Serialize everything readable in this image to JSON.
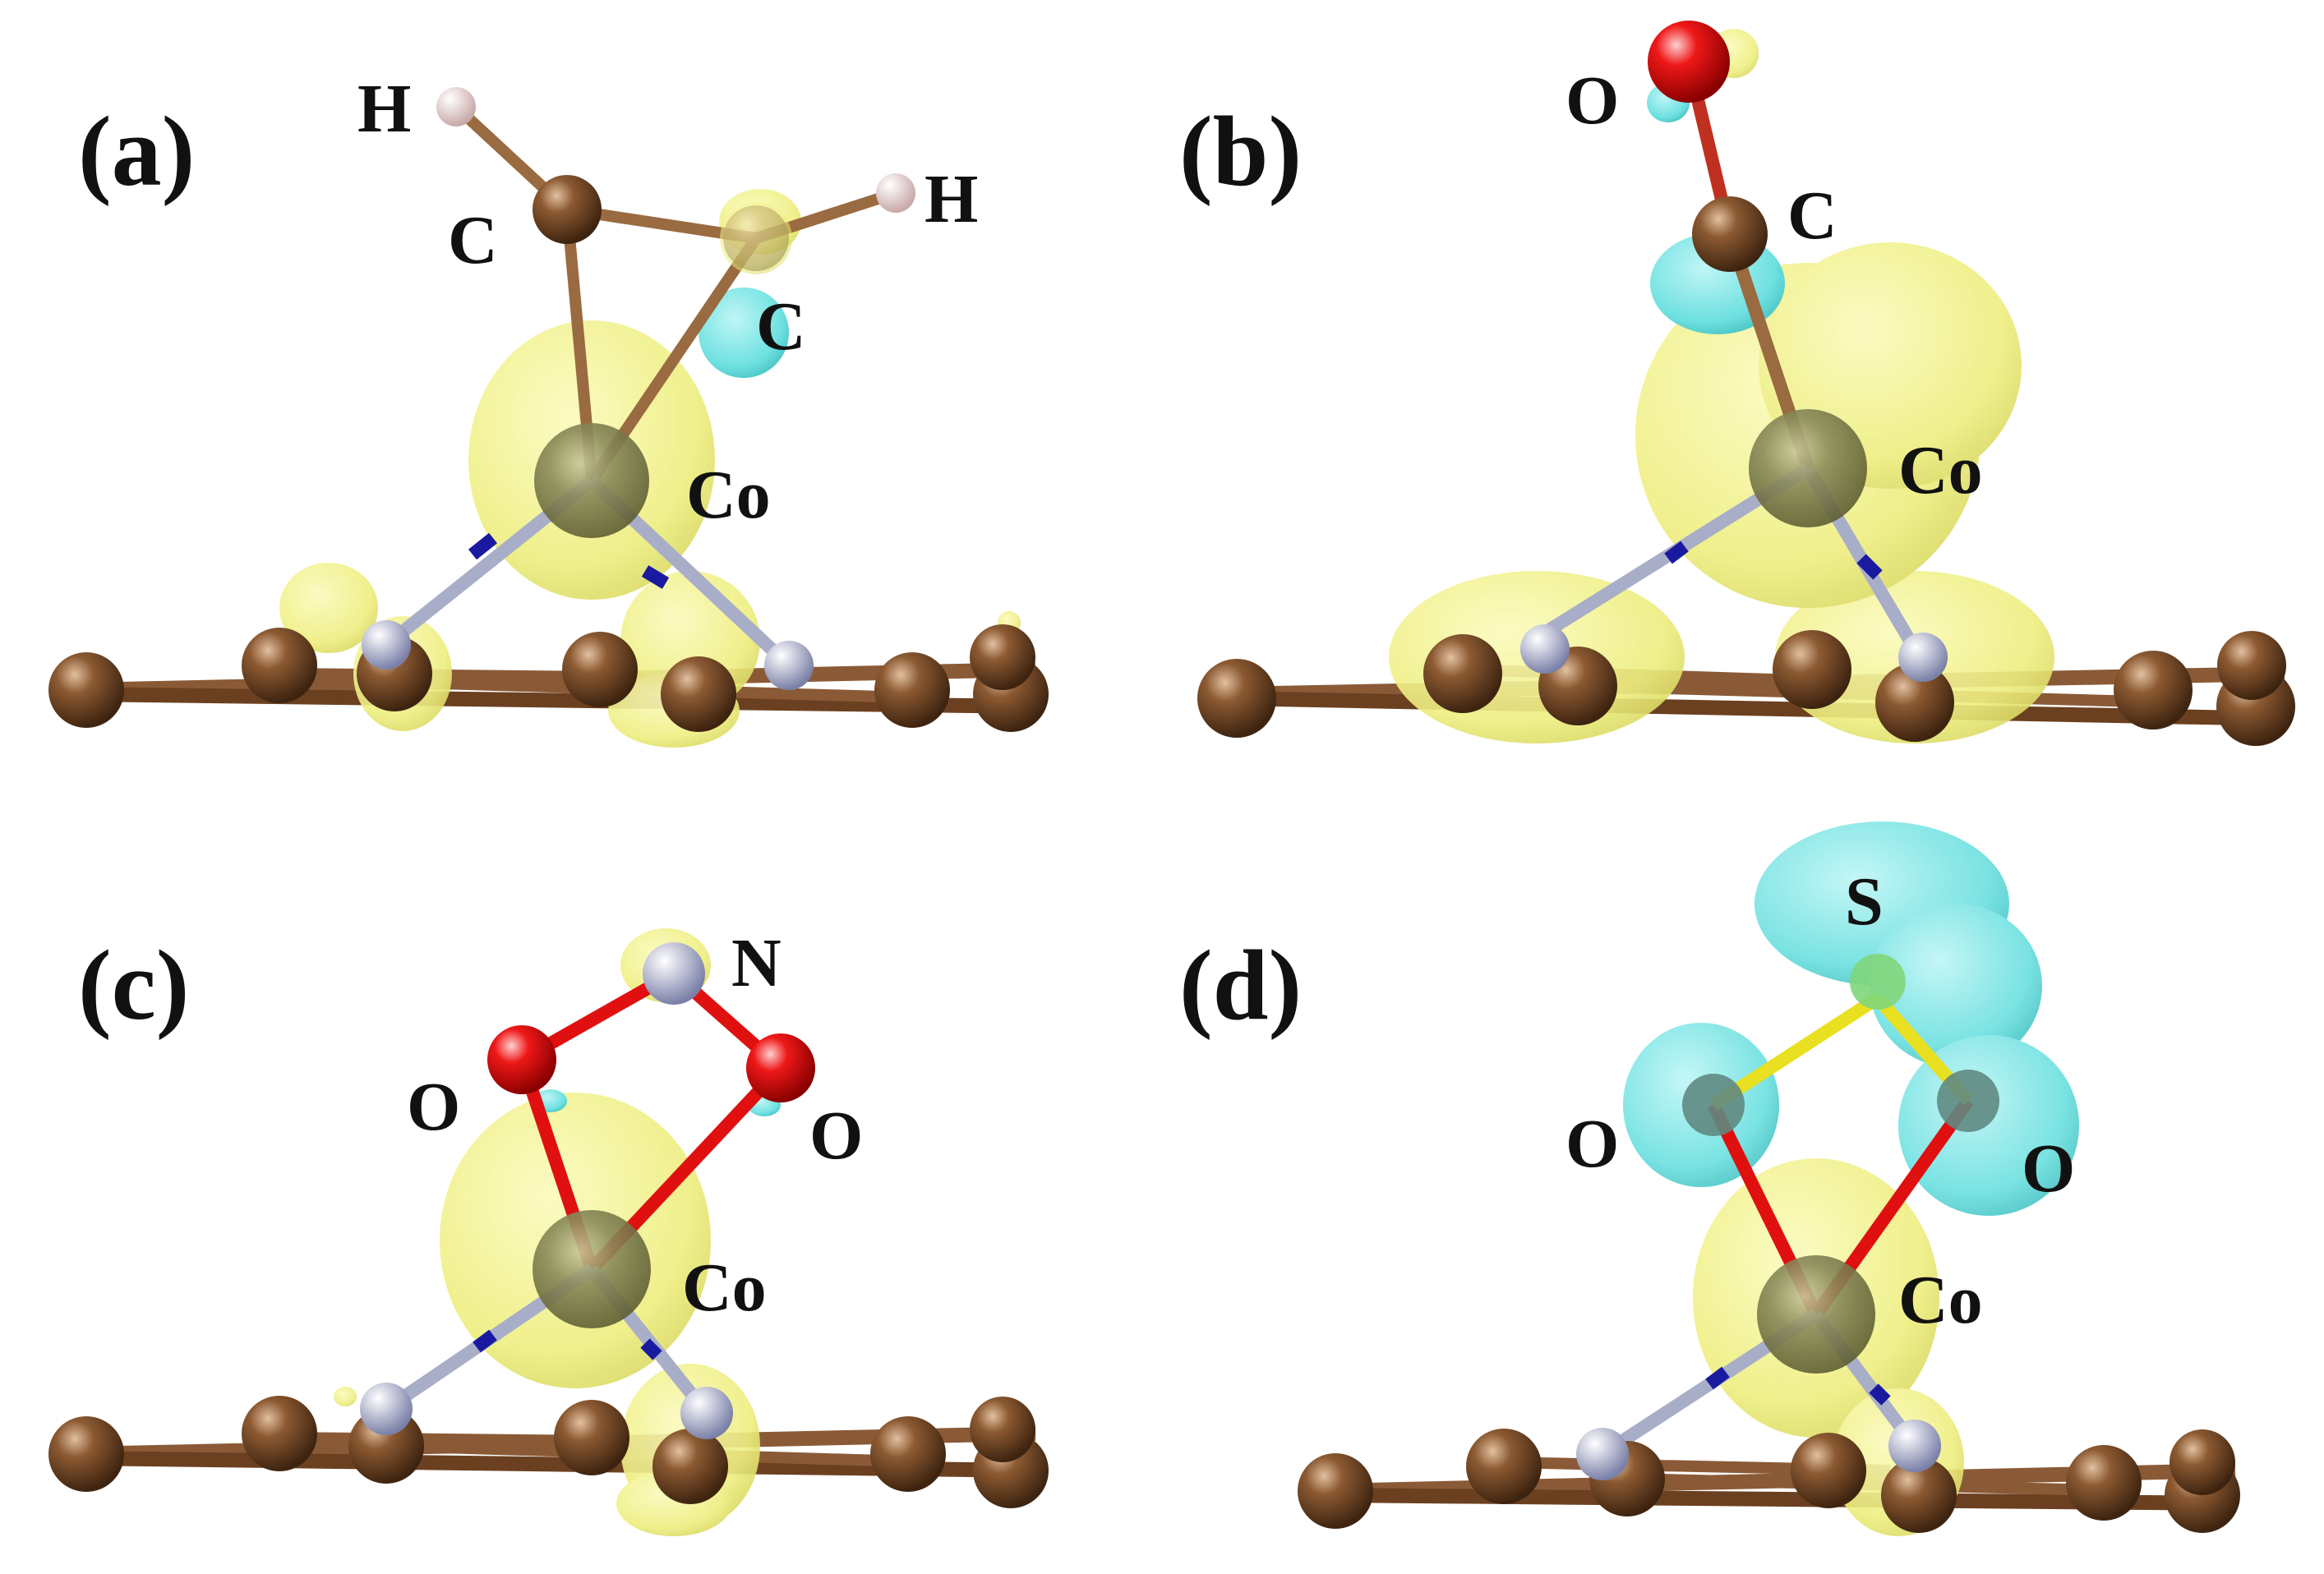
{
  "figure": {
    "panels": [
      {
        "id": "a",
        "label": "(a)",
        "atom_labels": {
          "h1": "H",
          "h2": "H",
          "c1": "C",
          "c2": "C",
          "co": "Co"
        }
      },
      {
        "id": "b",
        "label": "(b)",
        "atom_labels": {
          "o": "O",
          "c": "C",
          "co": "Co"
        }
      },
      {
        "id": "c",
        "label": "(c)",
        "atom_labels": {
          "n": "N",
          "o1": "O",
          "o2": "O",
          "co": "Co"
        }
      },
      {
        "id": "d",
        "label": "(d)",
        "atom_labels": {
          "s": "S",
          "o1": "O",
          "o2": "O",
          "co": "Co"
        }
      }
    ],
    "colors": {
      "accumulation_isosurface": "#f2f28a",
      "depletion_isosurface": "#66e0e0",
      "carbon": "#7a4a26",
      "hydrogen": "#f4dede",
      "nitrogen": "#b7bdd6",
      "oxygen": "#e01010",
      "sulfur": "#e8e020",
      "cobalt": "#7d7d4a",
      "n_bond_tip": "#1a1aa0"
    }
  }
}
